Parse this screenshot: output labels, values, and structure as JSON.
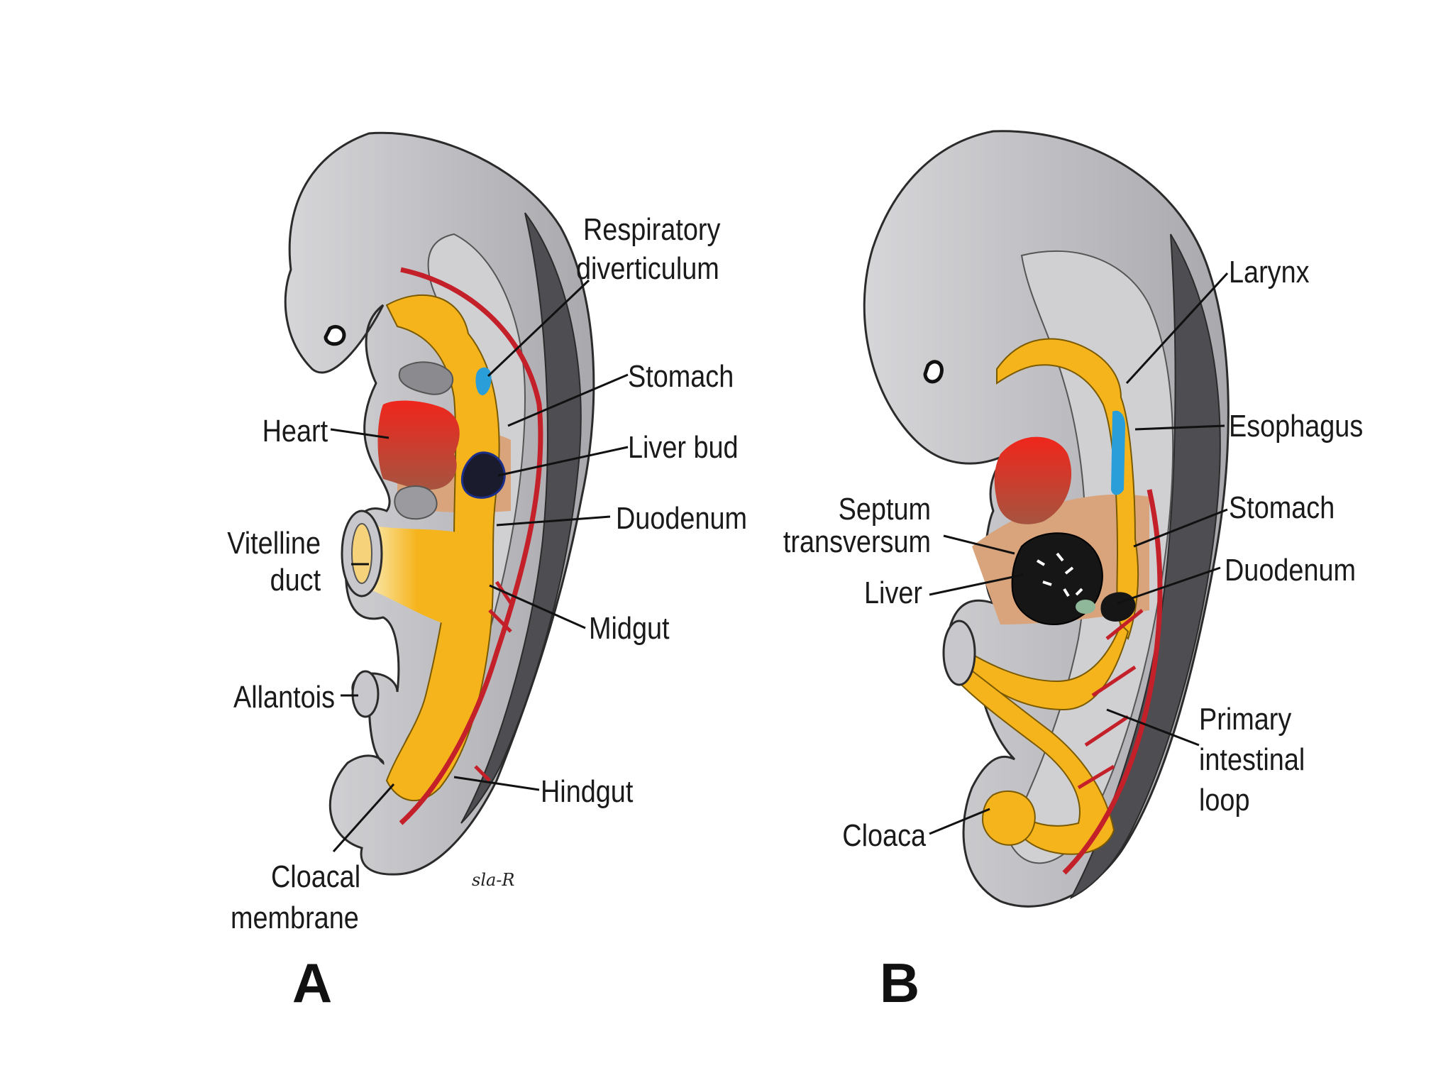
{
  "panels": [
    {
      "letter": "A"
    },
    {
      "letter": "B"
    }
  ],
  "labels_a": {
    "respiratory_1": "Respiratory",
    "respiratory_2": "diverticulum",
    "stomach": "Stomach",
    "heart": "Heart",
    "liver_bud": "Liver bud",
    "duodenum": "Duodenum",
    "vitelline_1": "Vitelline",
    "vitelline_2": "duct",
    "midgut": "Midgut",
    "allantois": "Allantois",
    "hindgut": "Hindgut",
    "cloacal_1": "Cloacal",
    "cloacal_2": "membrane"
  },
  "labels_b": {
    "larynx": "Larynx",
    "esophagus": "Esophagus",
    "septum_1": "Septum",
    "septum_2": "transversum",
    "stomach": "Stomach",
    "liver": "Liver",
    "duodenum": "Duodenum",
    "primary_1": "Primary",
    "primary_2": "intestinal",
    "primary_3": "loop",
    "cloaca": "Cloaca"
  },
  "colors": {
    "outer_gray": "#b9b9bd",
    "dark_gray": "#4d4d52",
    "cavity_gray": "#d0d0d3",
    "gut_yellow": "#f6b41c",
    "vessel_red": "#c4202a",
    "septum_tan": "#d9a47c",
    "heart_red": "#e52b22",
    "airway_blue": "#2a9ed8"
  }
}
